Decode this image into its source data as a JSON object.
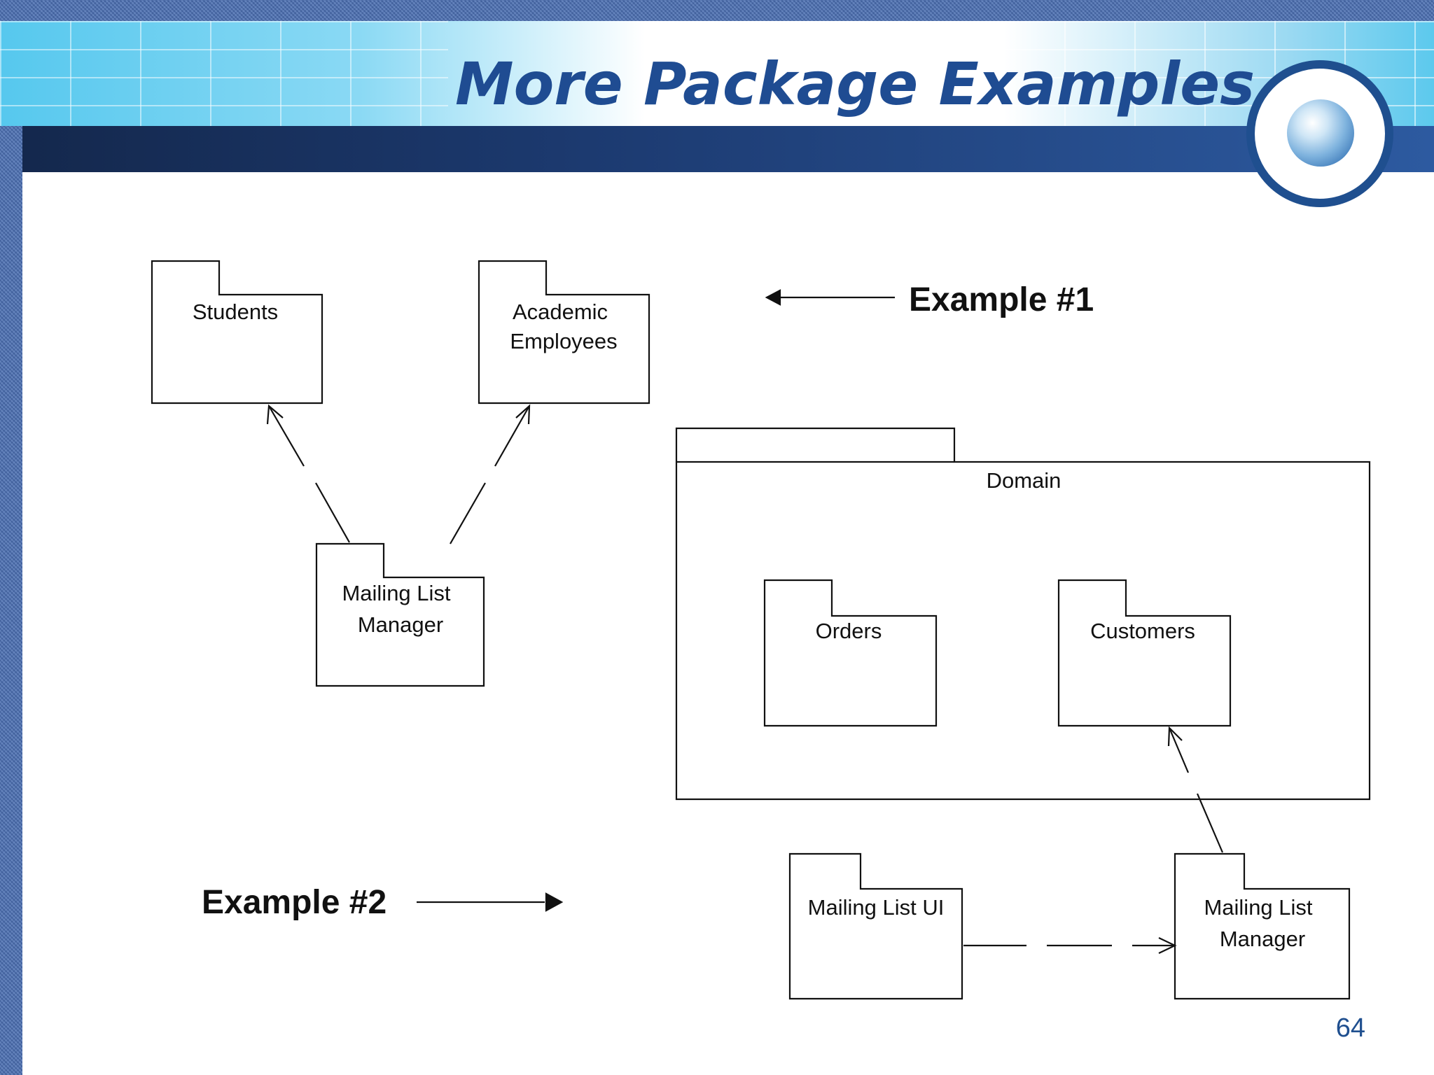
{
  "slide": {
    "title": "More Package Examples",
    "page_number": "64"
  },
  "example1": {
    "label": "Example #1",
    "packages": {
      "students": [
        "Students"
      ],
      "academic_employees": [
        "Academic",
        "Employees"
      ],
      "mailing_list_manager": [
        "Mailing List",
        "Manager"
      ]
    }
  },
  "example2": {
    "label": "Example #2",
    "packages": {
      "domain": [
        "Domain"
      ],
      "orders": [
        "Orders"
      ],
      "customers": [
        "Customers"
      ],
      "mailing_list_ui": [
        "Mailing List UI"
      ],
      "mailing_list_manager": [
        "Mailing List",
        "Manager"
      ]
    }
  },
  "colors": {
    "title": "#1f4c92",
    "diagram_line": "#111111",
    "page_number": "#1f4f8f"
  }
}
